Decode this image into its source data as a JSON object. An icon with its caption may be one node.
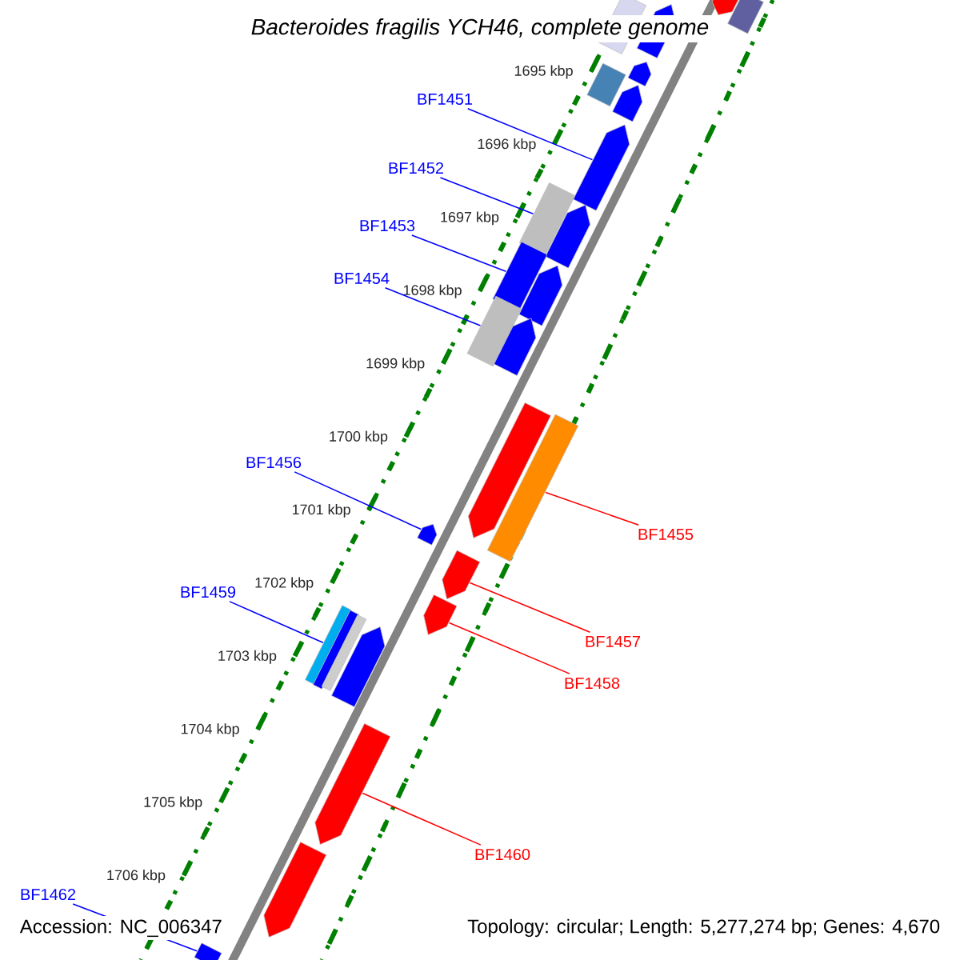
{
  "diagram": {
    "title": "Bacteroides fragilis YCH46, complete genome",
    "nodes": [
      {
        "text": [
          "BF1451"
        ]
      },
      {
        "text": [
          "BF1452"
        ]
      },
      {
        "text": [
          "BF1453"
        ]
      },
      {
        "text": [
          "BF1454"
        ]
      },
      {
        "text": [
          "BF1456"
        ]
      },
      {
        "text": [
          "BF1455"
        ]
      },
      {
        "text": [
          "BF1459"
        ]
      },
      {
        "text": [
          "BF1457"
        ]
      },
      {
        "text": [
          "BF1458"
        ]
      },
      {
        "text": [
          "BF1460"
        ]
      },
      {
        "text": [
          "BF1462"
        ]
      },
      {
        "text": [],
        "shape": "arrow"
      },
      {
        "text": [],
        "shape": "box"
      },
      {
        "text": [],
        "shape": "box"
      },
      {
        "text": [],
        "shape": "arrow"
      },
      {
        "text": [],
        "shape": "arrow"
      },
      {
        "text": [],
        "shape": "box"
      },
      {
        "text": [],
        "shape": "arrow"
      },
      {
        "text": [],
        "shape": "arrow"
      },
      {
        "text": [],
        "shape": "box"
      },
      {
        "text": [],
        "shape": "arrow"
      },
      {
        "text": [],
        "shape": "box"
      },
      {
        "text": [],
        "shape": "arrow"
      },
      {
        "text": [],
        "shape": "box"
      },
      {
        "text": [],
        "shape": "arrow"
      },
      {
        "text": [],
        "shape": "arrow"
      },
      {
        "text": [],
        "shape": "box"
      },
      {
        "text": [],
        "shape": "arrow"
      },
      {
        "text": [],
        "shape": "arrow"
      },
      {
        "text": [],
        "shape": "arrow"
      },
      {
        "text": [],
        "shape": "box"
      },
      {
        "text": [],
        "shape": "box"
      },
      {
        "text": [],
        "shape": "box"
      },
      {
        "text": [],
        "shape": "arrow"
      },
      {
        "text": [],
        "shape": "arrow"
      },
      {
        "text": [],
        "shape": "arrow"
      },
      {
        "text": [],
        "shape": "box"
      }
    ],
    "edges": [
      {
        "from": 0,
        "to": 18,
        "arrow": "none"
      },
      {
        "from": 1,
        "to": 19,
        "arrow": "none"
      },
      {
        "from": 2,
        "to": 21,
        "arrow": "none"
      },
      {
        "from": 3,
        "to": 23,
        "arrow": "none"
      },
      {
        "from": 4,
        "to": 27,
        "arrow": "none"
      },
      {
        "from": 5,
        "to": 26,
        "arrow": "none",
        "color": "#ff0000"
      },
      {
        "from": 6,
        "to": 30,
        "arrow": "none"
      },
      {
        "from": 7,
        "to": 28,
        "arrow": "none",
        "color": "#ff0000"
      },
      {
        "from": 8,
        "to": 29,
        "arrow": "none",
        "color": "#ff0000"
      },
      {
        "from": 9,
        "to": 34,
        "arrow": "none",
        "color": "#ff0000"
      },
      {
        "from": 10,
        "to": 36,
        "arrow": "none"
      }
    ],
    "labels": [
      "1695 kbp",
      "1696 kbp",
      "1697 kbp",
      "1698 kbp",
      "1699 kbp",
      "1700 kbp",
      "1701 kbp",
      "1702 kbp",
      "1703 kbp",
      "1704 kbp",
      "1705 kbp",
      "1706 kbp",
      "Accession: NC_006347",
      "Topology: circular; Length: 5,277,274 bp; Genes: 4,670"
    ]
  }
}
